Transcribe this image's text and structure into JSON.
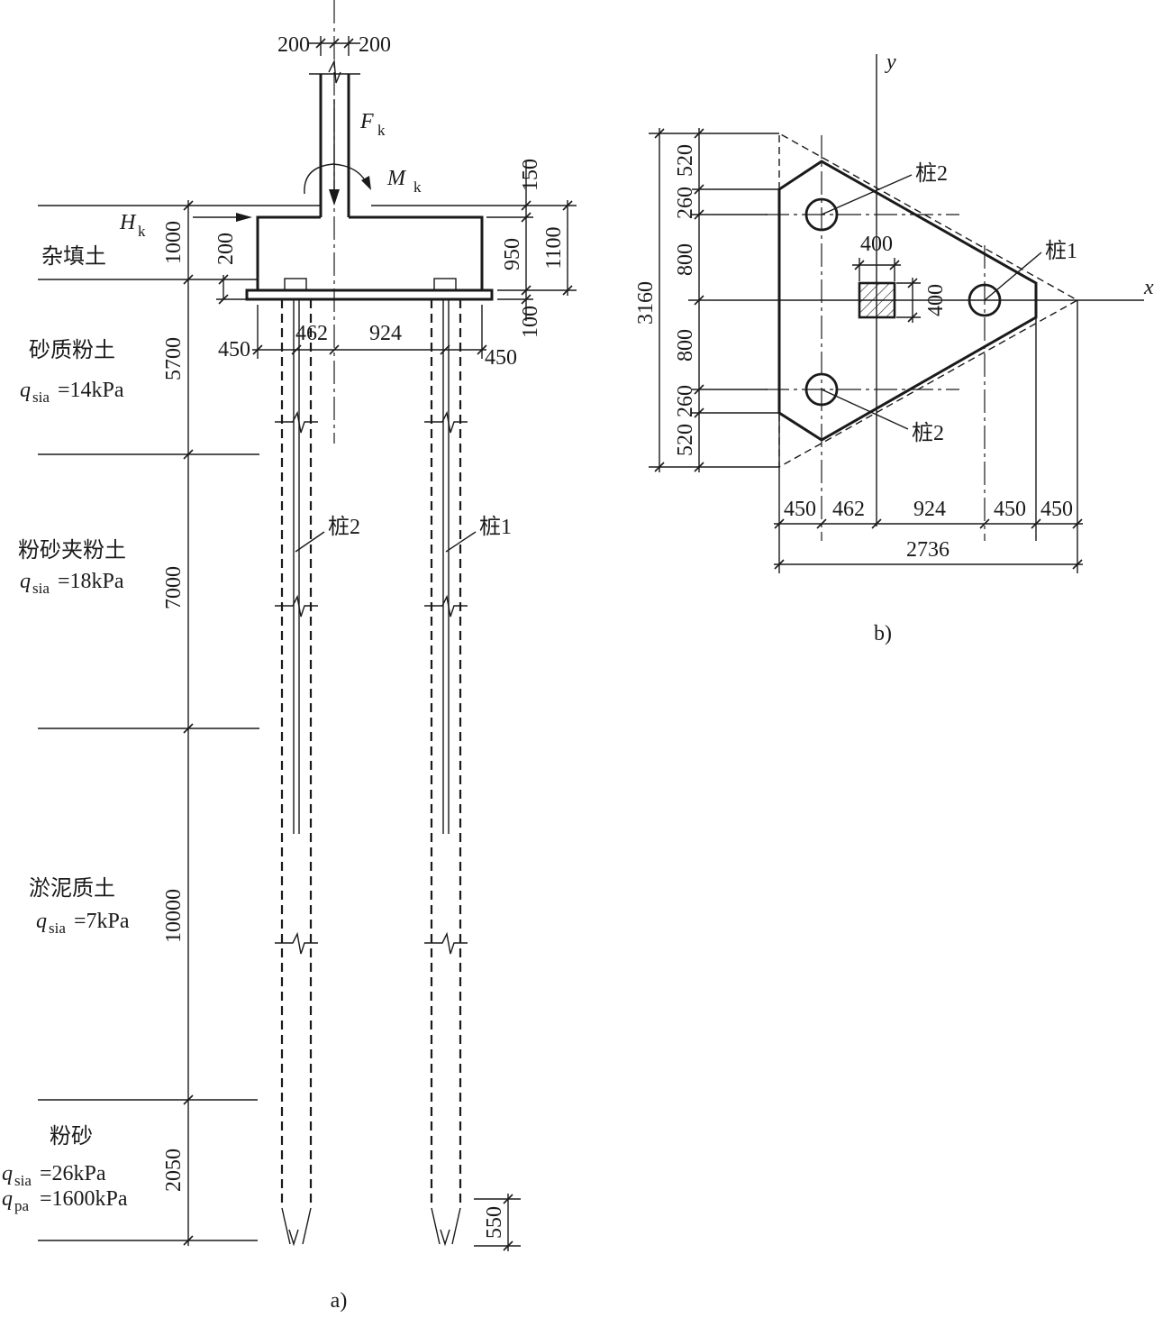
{
  "figure_a": {
    "caption": "a)",
    "loads": {
      "F": "F",
      "F_sub": "k",
      "M": "M",
      "M_sub": "k",
      "H": "H",
      "H_sub": "k"
    },
    "dims": {
      "col_left": "200",
      "col_right": "200",
      "d150": "150",
      "d950": "950",
      "d1100": "1100",
      "d200": "200",
      "d100": "100",
      "d450a": "450",
      "d462": "462",
      "d924": "924",
      "d450b": "450",
      "d550": "550"
    },
    "layers": [
      {
        "name": "杂填土",
        "thickness": "1000"
      },
      {
        "name": "砂质粉土",
        "q_sym": "q",
        "q_sub": "sia",
        "q_val": "=14kPa",
        "thickness": "5700"
      },
      {
        "name": "粉砂夹粉土",
        "q_sym": "q",
        "q_sub": "sia",
        "q_val": "=18kPa",
        "thickness": "7000"
      },
      {
        "name": "淤泥质土",
        "q_sym": "q",
        "q_sub": "sia",
        "q_val": "=7kPa",
        "thickness": "10000"
      },
      {
        "name": "粉砂",
        "q_sym": "q",
        "q_sub": "sia",
        "q_val": "=26kPa",
        "qp_sym": "q",
        "qp_sub": "pa",
        "qp_val": "=1600kPa",
        "thickness": "2050"
      }
    ],
    "pile_labels": {
      "pile2": "桩2",
      "pile1": "桩1"
    }
  },
  "figure_b": {
    "caption": "b)",
    "axis_x": "x",
    "axis_y": "y",
    "pile_labels": {
      "pile2_top": "桩2",
      "pile1": "桩1",
      "pile2_bottom": "桩2"
    },
    "column_dims": {
      "width": "400",
      "height": "400"
    },
    "left_dims": {
      "total": "3160",
      "d520a": "520",
      "d260a": "260",
      "d800a": "800",
      "d800b": "800",
      "d260b": "260",
      "d520b": "520"
    },
    "bottom_dims": {
      "d450a": "450",
      "d462": "462",
      "d924": "924",
      "d450b": "450",
      "d450c": "450",
      "total": "2736"
    }
  }
}
